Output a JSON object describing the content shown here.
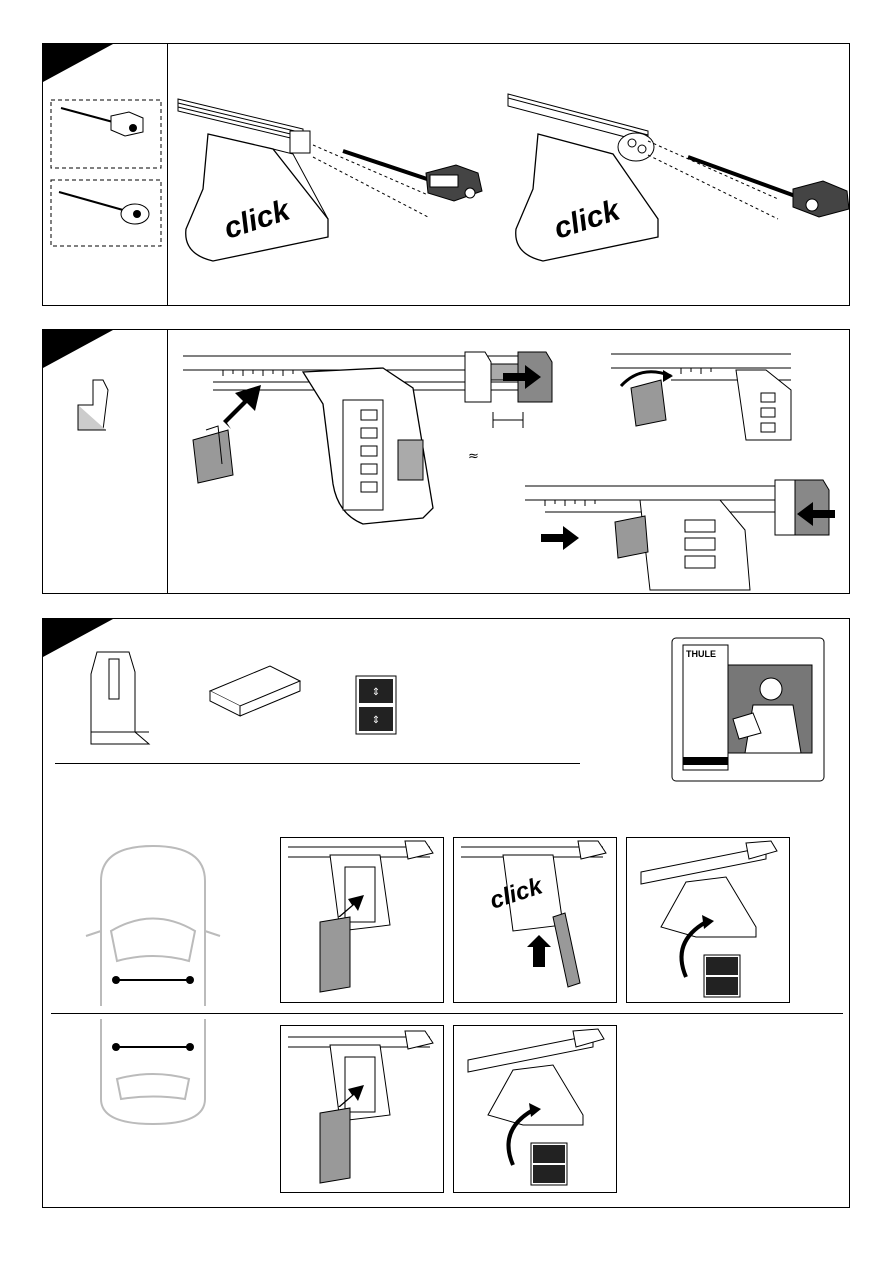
{
  "panel1": {
    "click_label_left": "click",
    "click_label_right": "click"
  },
  "panel2": {
    "approx_symbol": "≈"
  },
  "panel3": {
    "booklet_brand": "THULE",
    "click_label": "click"
  }
}
